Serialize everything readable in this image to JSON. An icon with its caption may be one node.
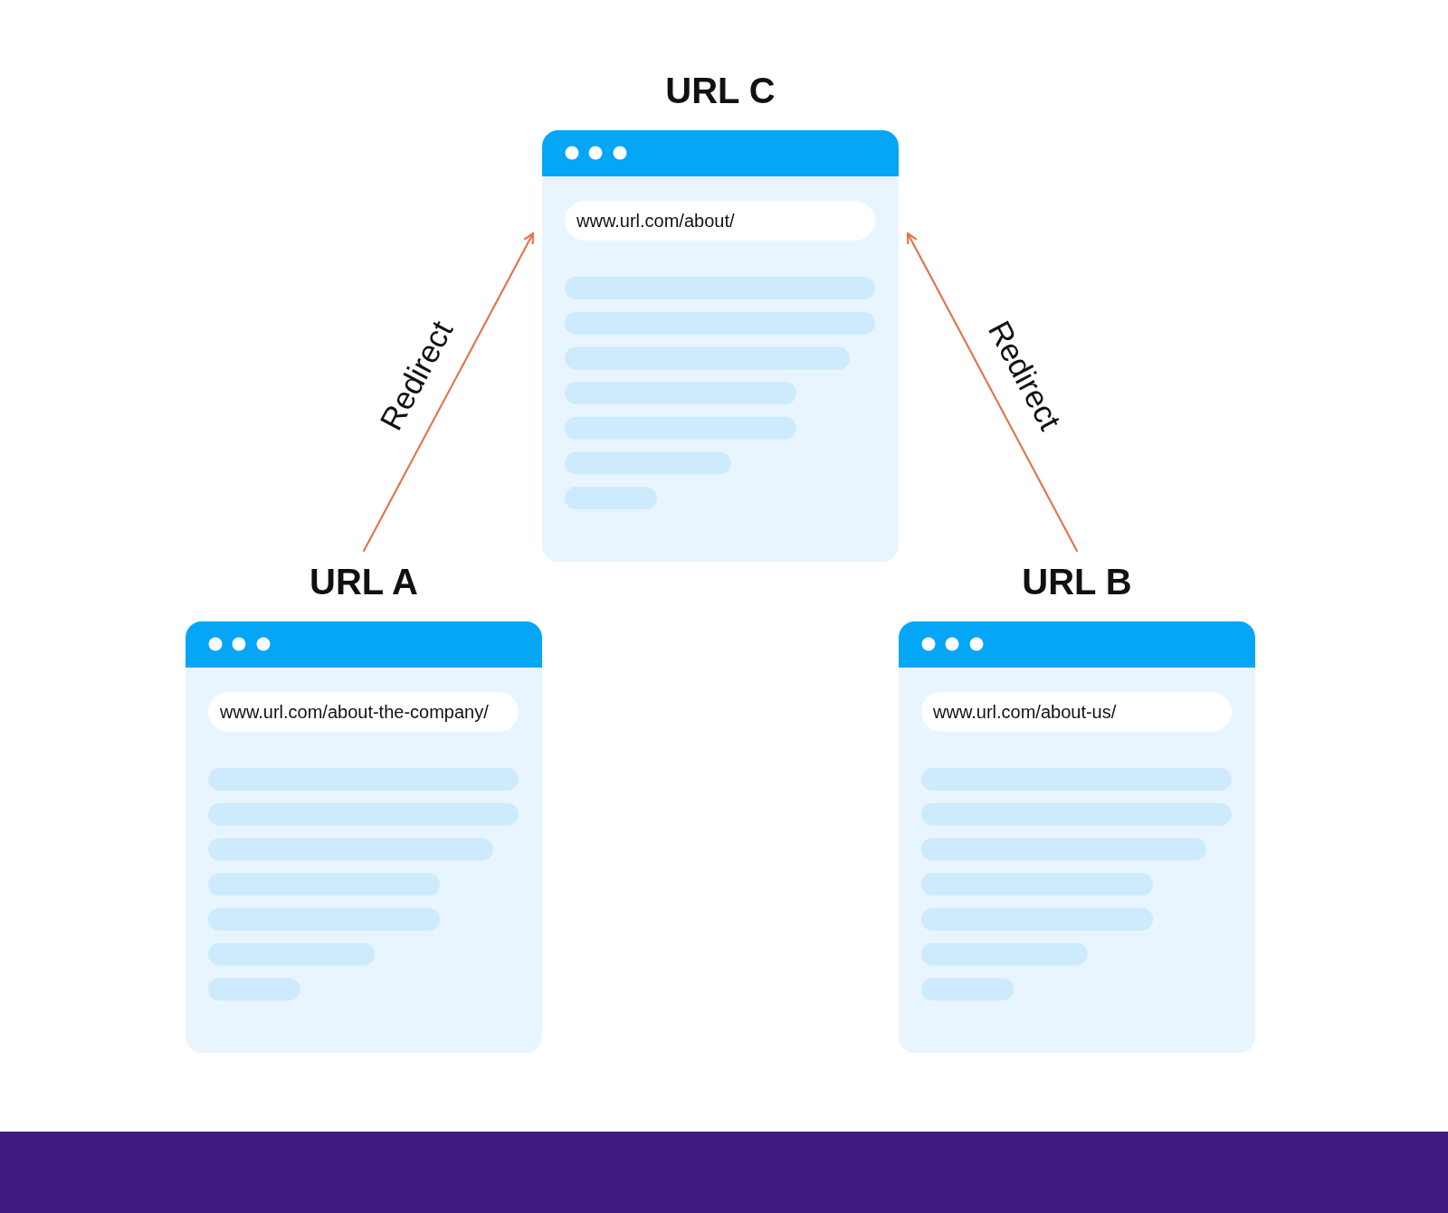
{
  "diagram": {
    "nodes": [
      {
        "text": [
          "URL C",
          "www.url.com/about/"
        ]
      },
      {
        "text": [
          "URL A",
          "www.url.com/about-the-company/"
        ]
      },
      {
        "text": [
          "URL B",
          "www.url.com/about-us/"
        ]
      }
    ],
    "edges": [
      {
        "from": 1,
        "to": 0,
        "arrow": "to",
        "label": "Redirect"
      },
      {
        "from": 2,
        "to": 0,
        "arrow": "to",
        "label": "Redirect"
      }
    ]
  }
}
